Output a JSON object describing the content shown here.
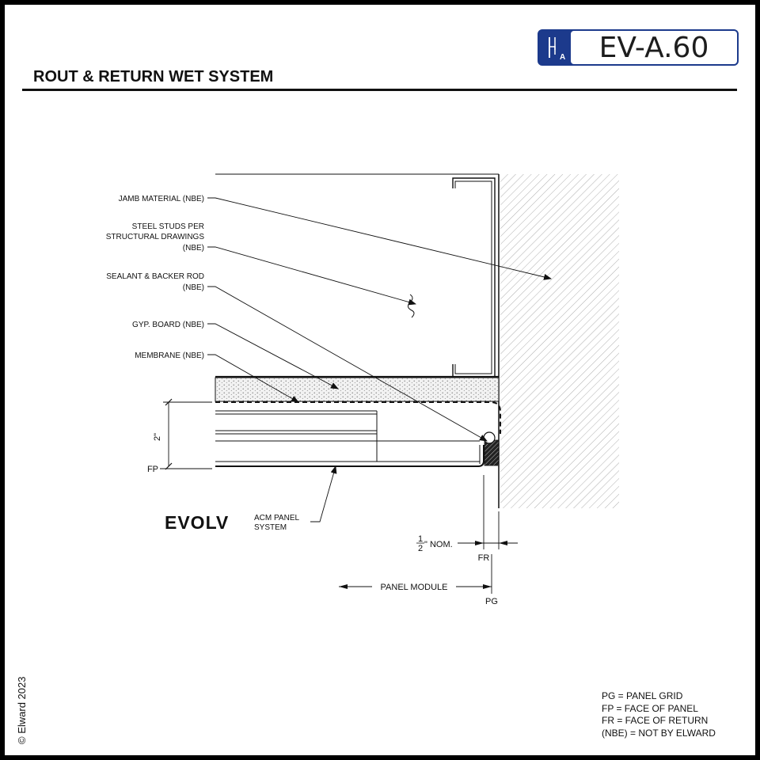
{
  "sheet_code": "EV-A.60",
  "badge_icon_letter": "A",
  "title": "ROUT & RETURN WET SYSTEM",
  "callouts": {
    "jamb_material": "JAMB MATERIAL (NBE)",
    "steel_studs_1": "STEEL STUDS PER",
    "steel_studs_2": "STRUCTURAL DRAWINGS",
    "steel_studs_3": "(NBE)",
    "sealant_1": "SEALANT & BACKER ROD",
    "sealant_2": "(NBE)",
    "gyp_board": "GYP. BOARD (NBE)",
    "membrane": "MEMBRANE (NBE)"
  },
  "dimensions": {
    "panel_depth": "2\"",
    "fp": "FP",
    "fr": "FR",
    "pg": "PG",
    "nom_numerator": "1",
    "nom_denominator": "2",
    "nom_suffix": "\" NOM.",
    "panel_module": "PANEL MODULE"
  },
  "brand": {
    "logo_text": "EVOLV",
    "product_line1": "ACM PANEL",
    "product_line2": "SYSTEM"
  },
  "legend": [
    "PG = PANEL GRID",
    "FP = FACE OF PANEL",
    "FR = FACE OF RETURN",
    "(NBE) = NOT BY ELWARD"
  ],
  "copyright": "© Elward 2023",
  "colors": {
    "badge_blue": "#1c3a8c",
    "line": "#111111"
  }
}
